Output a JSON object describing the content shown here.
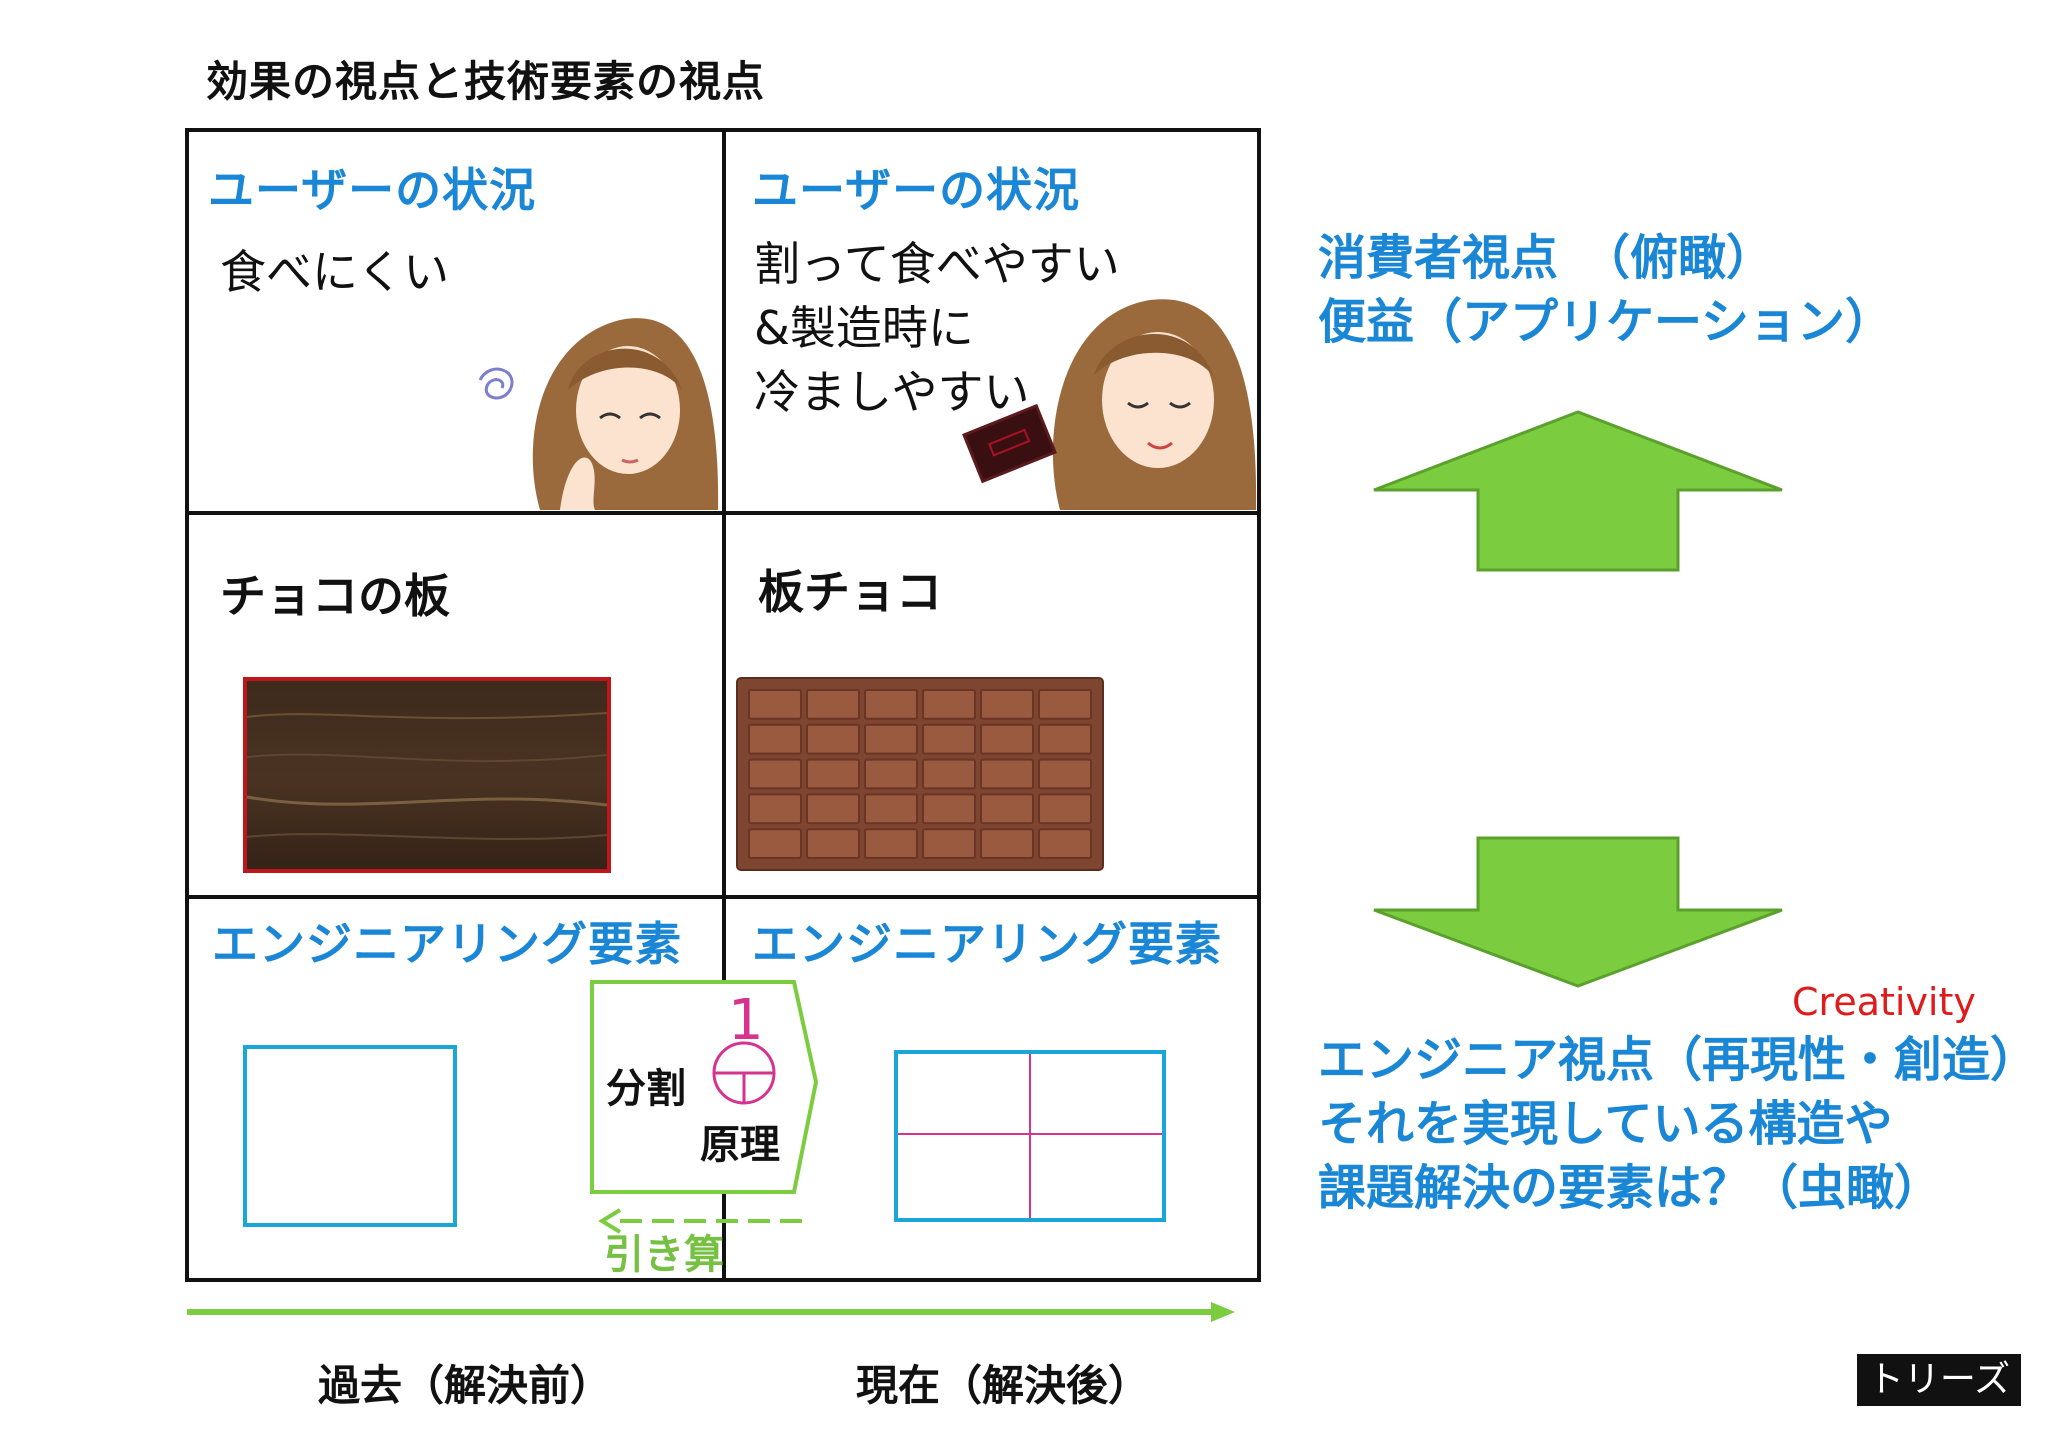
{
  "title": "効果の視点と技術要素の視点",
  "cells": {
    "top_left": {
      "header": "ユーザーの状況",
      "text": "食べにくい"
    },
    "top_right": {
      "header": "ユーザーの状況",
      "lines": [
        "割って食べやすい",
        "&製造時に",
        "冷ましやすい"
      ]
    },
    "mid_left": {
      "label": "チョコの板"
    },
    "mid_right": {
      "label": "板チョコ"
    },
    "bot_left": {
      "header": "エンジニアリング要素"
    },
    "bot_right": {
      "header": "エンジニアリング要素"
    }
  },
  "principle": {
    "line1": "分割",
    "line2": "原理",
    "number": "1",
    "subtraction": "引き算"
  },
  "right_panel": {
    "consumer_lines": [
      "消費者視点　（俯瞰）",
      "便益（アプリケーション）"
    ],
    "creativity": "Creativity",
    "engineer_lines": [
      "エンジニア視点（再現性・創造）",
      "それを実現している構造や",
      "課題解決の要素は？（虫瞰）"
    ]
  },
  "timeline": {
    "past": "過去（解決前）",
    "present": "現在（解決後）"
  },
  "badge": "トリーズ",
  "colors": {
    "header_blue": "#1a86d6",
    "arrow_green": "#7ccc3f",
    "arrow_border": "#5aa02c",
    "frame_cyan": "#1aa6d8",
    "divider_magenta": "#d6338f",
    "creativity_red": "#e01b1b",
    "chocolate": "#8a4f35",
    "wood_border": "#c0151b"
  }
}
